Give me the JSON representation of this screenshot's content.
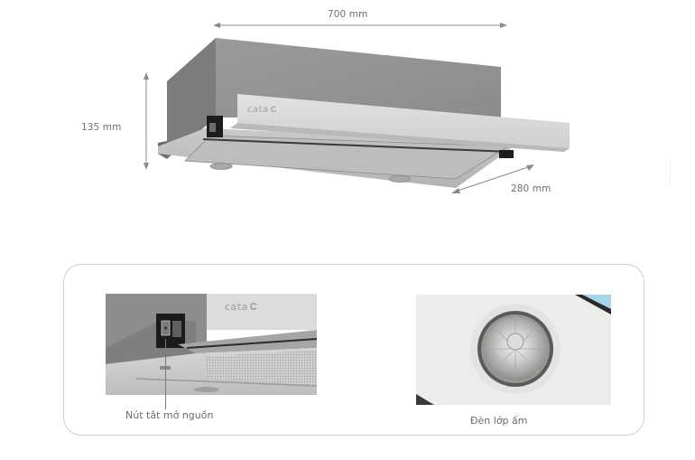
{
  "product": {
    "brand_logo": "cata",
    "dimensions": {
      "width": "700 mm",
      "height": "135 mm",
      "depth": "280 mm"
    }
  },
  "details": {
    "items": [
      {
        "caption": "Nút tắt mở nguồn",
        "subject": "power-switch"
      },
      {
        "caption": "Đèn lớp ấm",
        "subject": "halogen-lamp"
      }
    ]
  },
  "colors": {
    "body_top": "#8f8f8f",
    "body_side": "#7a7a7a",
    "front_panel": "#d8d8d8",
    "panel_border": "#cfcfcf",
    "dimension_line": "#8a8a8a",
    "label_text": "#707070"
  }
}
